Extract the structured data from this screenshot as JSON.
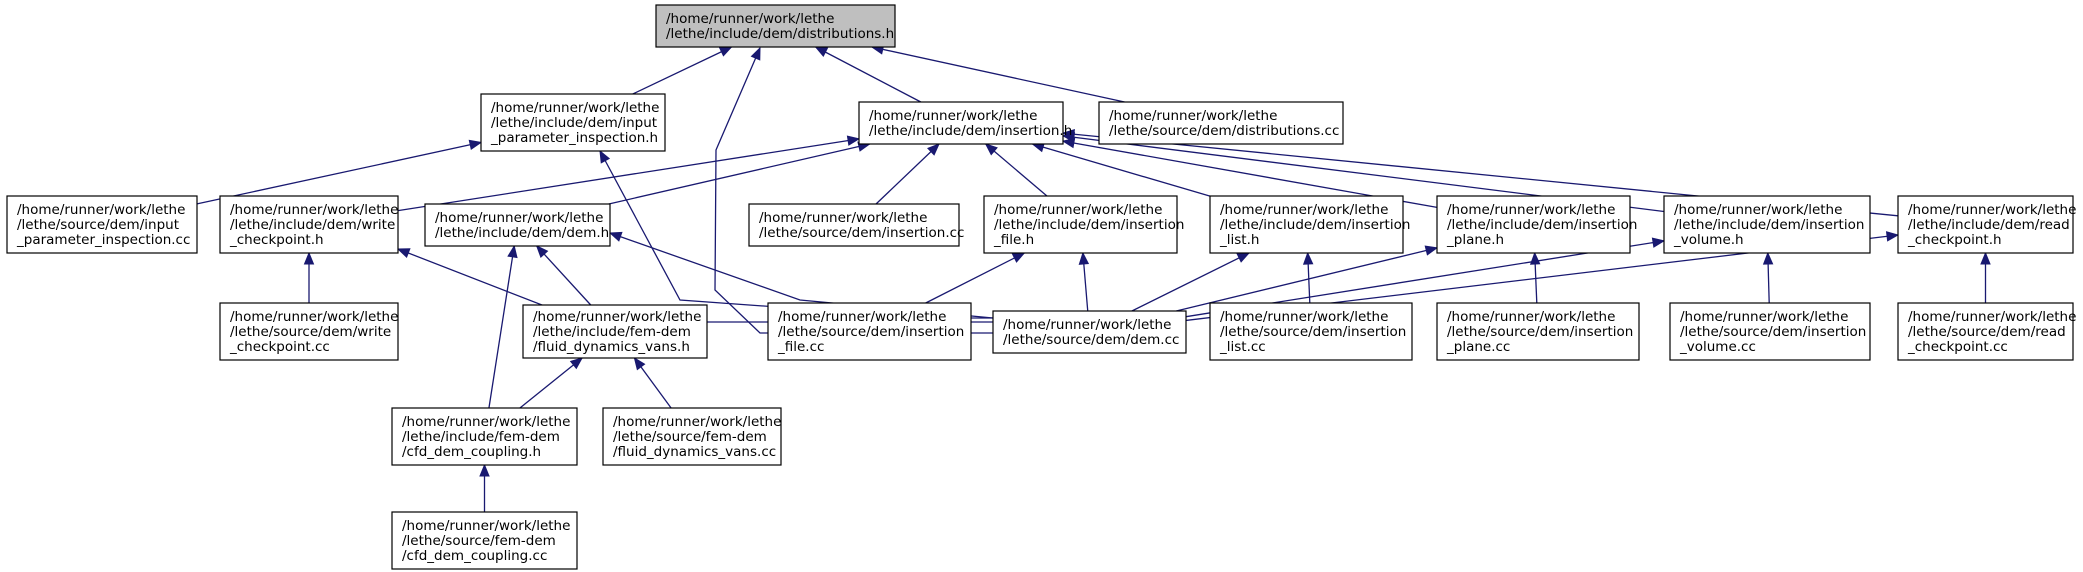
{
  "diagram": {
    "type": "include-dependency-graph",
    "edge_color": "#191970",
    "root_fill": "#bfbfbf",
    "nodes": [
      {
        "id": "distributions_h",
        "lines": [
          "/home/runner/work/lethe",
          "/lethe/include/dem/distributions.h"
        ],
        "root": true
      },
      {
        "id": "input_parameter_inspection_h",
        "lines": [
          "/home/runner/work/lethe",
          "/lethe/include/dem/input",
          "_parameter_inspection.h"
        ]
      },
      {
        "id": "insertion_h",
        "lines": [
          "/home/runner/work/lethe",
          "/lethe/include/dem/insertion.h"
        ]
      },
      {
        "id": "distributions_cc",
        "lines": [
          "/home/runner/work/lethe",
          "/lethe/source/dem/distributions.cc"
        ]
      },
      {
        "id": "input_parameter_inspection_cc",
        "lines": [
          "/home/runner/work/lethe",
          "/lethe/source/dem/input",
          "_parameter_inspection.cc"
        ]
      },
      {
        "id": "write_checkpoint_h",
        "lines": [
          "/home/runner/work/lethe",
          "/lethe/include/dem/write",
          "_checkpoint.h"
        ]
      },
      {
        "id": "dem_h",
        "lines": [
          "/home/runner/work/lethe",
          "/lethe/include/dem/dem.h"
        ]
      },
      {
        "id": "insertion_cc",
        "lines": [
          "/home/runner/work/lethe",
          "/lethe/source/dem/insertion.cc"
        ]
      },
      {
        "id": "insertion_file_h",
        "lines": [
          "/home/runner/work/lethe",
          "/lethe/include/dem/insertion",
          "_file.h"
        ]
      },
      {
        "id": "insertion_list_h",
        "lines": [
          "/home/runner/work/lethe",
          "/lethe/include/dem/insertion",
          "_list.h"
        ]
      },
      {
        "id": "insertion_plane_h",
        "lines": [
          "/home/runner/work/lethe",
          "/lethe/include/dem/insertion",
          "_plane.h"
        ]
      },
      {
        "id": "insertion_volume_h",
        "lines": [
          "/home/runner/work/lethe",
          "/lethe/include/dem/insertion",
          "_volume.h"
        ]
      },
      {
        "id": "read_checkpoint_h",
        "lines": [
          "/home/runner/work/lethe",
          "/lethe/include/dem/read",
          "_checkpoint.h"
        ]
      },
      {
        "id": "write_checkpoint_cc",
        "lines": [
          "/home/runner/work/lethe",
          "/lethe/source/dem/write",
          "_checkpoint.cc"
        ]
      },
      {
        "id": "fluid_dynamics_vans_h",
        "lines": [
          "/home/runner/work/lethe",
          "/lethe/include/fem-dem",
          "/fluid_dynamics_vans.h"
        ]
      },
      {
        "id": "insertion_file_cc",
        "lines": [
          "/home/runner/work/lethe",
          "/lethe/source/dem/insertion",
          "_file.cc"
        ]
      },
      {
        "id": "dem_cc",
        "lines": [
          "/home/runner/work/lethe",
          "/lethe/source/dem/dem.cc"
        ]
      },
      {
        "id": "insertion_list_cc",
        "lines": [
          "/home/runner/work/lethe",
          "/lethe/source/dem/insertion",
          "_list.cc"
        ]
      },
      {
        "id": "insertion_plane_cc",
        "lines": [
          "/home/runner/work/lethe",
          "/lethe/source/dem/insertion",
          "_plane.cc"
        ]
      },
      {
        "id": "insertion_volume_cc",
        "lines": [
          "/home/runner/work/lethe",
          "/lethe/source/dem/insertion",
          "_volume.cc"
        ]
      },
      {
        "id": "read_checkpoint_cc",
        "lines": [
          "/home/runner/work/lethe",
          "/lethe/source/dem/read",
          "_checkpoint.cc"
        ]
      },
      {
        "id": "cfd_dem_coupling_h",
        "lines": [
          "/home/runner/work/lethe",
          "/lethe/include/fem-dem",
          "/cfd_dem_coupling.h"
        ]
      },
      {
        "id": "fluid_dynamics_vans_cc",
        "lines": [
          "/home/runner/work/lethe",
          "/lethe/source/fem-dem",
          "/fluid_dynamics_vans.cc"
        ]
      },
      {
        "id": "cfd_dem_coupling_cc",
        "lines": [
          "/home/runner/work/lethe",
          "/lethe/source/fem-dem",
          "/cfd_dem_coupling.cc"
        ]
      }
    ],
    "edges": [
      {
        "from": "input_parameter_inspection_h",
        "to": "distributions_h"
      },
      {
        "from": "dem_cc",
        "to": "distributions_h"
      },
      {
        "from": "insertion_h",
        "to": "distributions_h"
      },
      {
        "from": "distributions_cc",
        "to": "distributions_h"
      },
      {
        "from": "input_parameter_inspection_cc",
        "to": "input_parameter_inspection_h"
      },
      {
        "from": "dem_cc",
        "to": "input_parameter_inspection_h"
      },
      {
        "from": "write_checkpoint_h",
        "to": "insertion_h"
      },
      {
        "from": "dem_h",
        "to": "insertion_h"
      },
      {
        "from": "insertion_cc",
        "to": "insertion_h"
      },
      {
        "from": "insertion_file_h",
        "to": "insertion_h"
      },
      {
        "from": "insertion_list_h",
        "to": "insertion_h"
      },
      {
        "from": "insertion_plane_h",
        "to": "insertion_h"
      },
      {
        "from": "insertion_volume_h",
        "to": "insertion_h"
      },
      {
        "from": "read_checkpoint_h",
        "to": "insertion_h"
      },
      {
        "from": "write_checkpoint_cc",
        "to": "write_checkpoint_h"
      },
      {
        "from": "dem_cc",
        "to": "write_checkpoint_h"
      },
      {
        "from": "fluid_dynamics_vans_h",
        "to": "dem_h"
      },
      {
        "from": "dem_cc",
        "to": "dem_h"
      },
      {
        "from": "cfd_dem_coupling_h",
        "to": "dem_h"
      },
      {
        "from": "insertion_file_cc",
        "to": "insertion_file_h"
      },
      {
        "from": "dem_cc",
        "to": "insertion_file_h"
      },
      {
        "from": "dem_cc",
        "to": "insertion_list_h"
      },
      {
        "from": "insertion_list_cc",
        "to": "insertion_list_h"
      },
      {
        "from": "dem_cc",
        "to": "insertion_plane_h"
      },
      {
        "from": "insertion_plane_cc",
        "to": "insertion_plane_h"
      },
      {
        "from": "dem_cc",
        "to": "insertion_volume_h"
      },
      {
        "from": "insertion_volume_cc",
        "to": "insertion_volume_h"
      },
      {
        "from": "dem_cc",
        "to": "read_checkpoint_h"
      },
      {
        "from": "read_checkpoint_cc",
        "to": "read_checkpoint_h"
      },
      {
        "from": "cfd_dem_coupling_h",
        "to": "fluid_dynamics_vans_h"
      },
      {
        "from": "fluid_dynamics_vans_cc",
        "to": "fluid_dynamics_vans_h"
      },
      {
        "from": "cfd_dem_coupling_cc",
        "to": "cfd_dem_coupling_h"
      }
    ]
  }
}
